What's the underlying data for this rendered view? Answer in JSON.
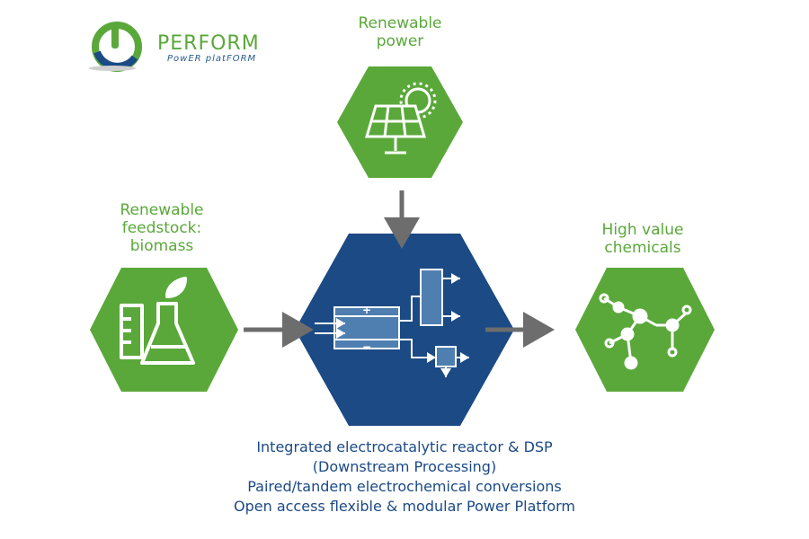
{
  "logo": {
    "name": "PERFORM",
    "tagline": "PowER platFORM"
  },
  "nodes": {
    "power": {
      "label_lines": [
        "Renewable",
        "power"
      ],
      "icon": "solar-panel-icon"
    },
    "feedstock": {
      "label_lines": [
        "Renewable",
        "feedstock:",
        "biomass"
      ],
      "icon": "lab-flask-icon"
    },
    "reactor": {
      "icon": "electrochemical-reactor-icon",
      "symbols": {
        "positive": "+",
        "negative": "−"
      }
    },
    "chemicals": {
      "label_lines": [
        "High value",
        "chemicals"
      ],
      "icon": "molecule-icon"
    }
  },
  "caption_lines": [
    "Integrated electrocatalytic reactor & DSP",
    "(Downstream Processing)",
    "Paired/tandem electrochemical conversions",
    "Open access flexible & modular Power Platform"
  ],
  "colors": {
    "green": "#5aa83a",
    "dark_blue": "#1b4a85",
    "arrow_gray": "#6d6d6d",
    "logo_blue": "#2a5d8f"
  }
}
